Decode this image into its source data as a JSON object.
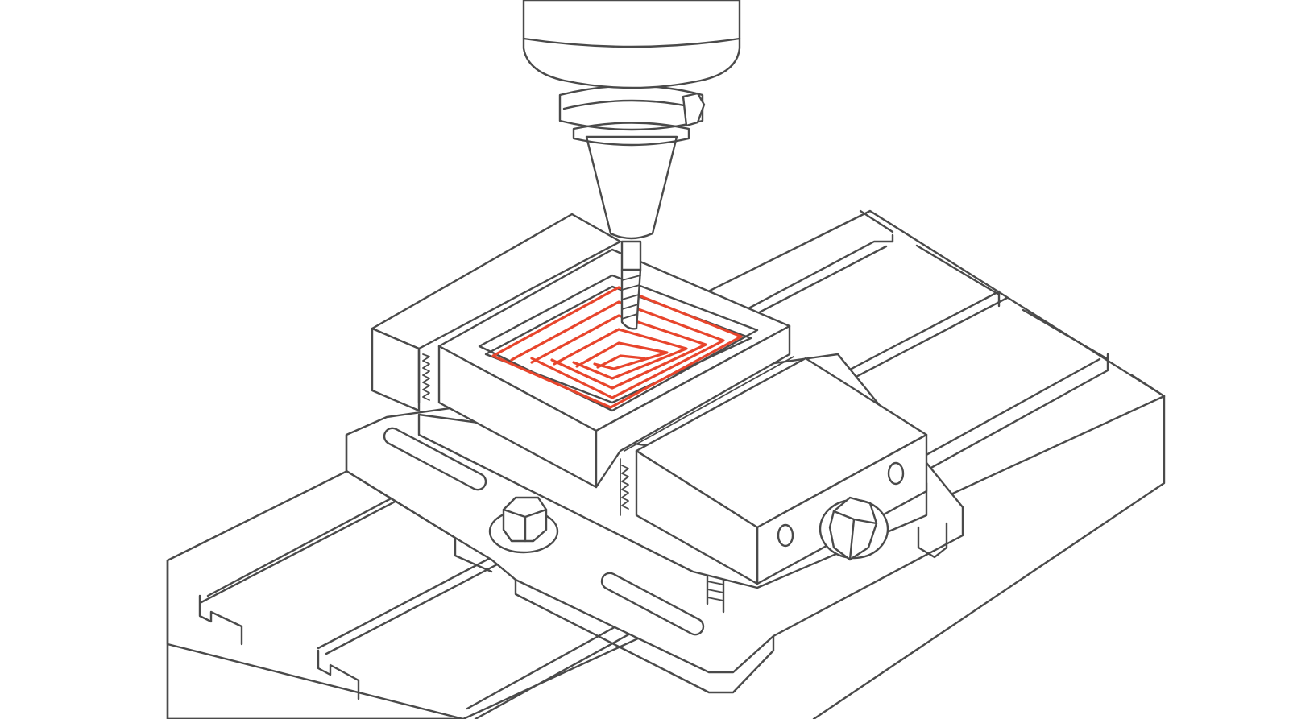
{
  "colors": {
    "background": "#ffffff",
    "line": "#4a4a4a",
    "toolpath": "#e8452c"
  },
  "illustration": {
    "components": [
      "spindle-head",
      "tool-holder",
      "end-mill",
      "workpiece",
      "toolpath-spiral",
      "fixed-jaw",
      "movable-jaw",
      "vise-body",
      "vise-base-plate",
      "clamp-bolt",
      "tslot-table"
    ],
    "icons": {
      "spindle": "spindle-icon",
      "end_mill": "end-mill-icon",
      "bolt": "hex-bolt-icon"
    }
  }
}
